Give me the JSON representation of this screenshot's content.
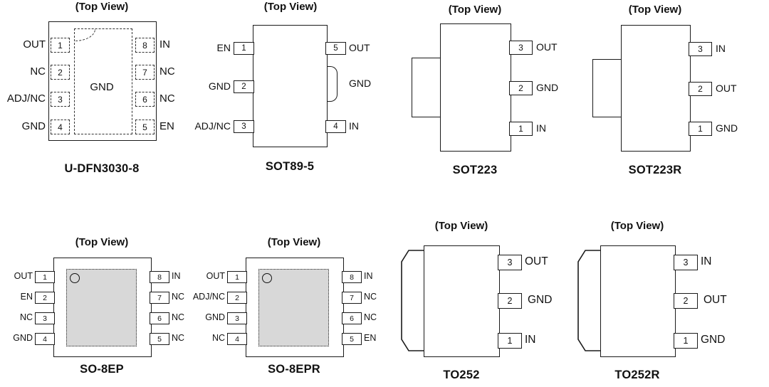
{
  "packages": {
    "udfn": {
      "top_view": "(Top View)",
      "name": "U-DFN3030-8",
      "center_pad": "GND",
      "left_pins": [
        {
          "num": "1",
          "label": "OUT"
        },
        {
          "num": "2",
          "label": "NC"
        },
        {
          "num": "3",
          "label": "ADJ/NC"
        },
        {
          "num": "4",
          "label": "GND"
        }
      ],
      "right_pins": [
        {
          "num": "8",
          "label": "IN"
        },
        {
          "num": "7",
          "label": "NC"
        },
        {
          "num": "6",
          "label": "NC"
        },
        {
          "num": "5",
          "label": "EN"
        }
      ]
    },
    "sot89": {
      "top_view": "(Top View)",
      "name": "SOT89-5",
      "tab_label": "GND",
      "left_pins": [
        {
          "num": "1",
          "label": "EN"
        },
        {
          "num": "2",
          "label": "GND"
        },
        {
          "num": "3",
          "label": "ADJ/NC"
        }
      ],
      "right_pins": [
        {
          "num": "5",
          "label": "OUT"
        },
        {
          "num": "4",
          "label": "IN"
        }
      ]
    },
    "sot223": {
      "top_view": "(Top View)",
      "name": "SOT223",
      "right_pins": [
        {
          "num": "3",
          "label": "OUT"
        },
        {
          "num": "2",
          "label": "GND"
        },
        {
          "num": "1",
          "label": "IN"
        }
      ]
    },
    "sot223r": {
      "top_view": "(Top View)",
      "name": "SOT223R",
      "right_pins": [
        {
          "num": "3",
          "label": "IN"
        },
        {
          "num": "2",
          "label": "OUT"
        },
        {
          "num": "1",
          "label": "GND"
        }
      ]
    },
    "so8ep": {
      "top_view": "(Top View)",
      "name": "SO-8EP",
      "left_pins": [
        {
          "num": "1",
          "label": "OUT"
        },
        {
          "num": "2",
          "label": "EN"
        },
        {
          "num": "3",
          "label": "NC"
        },
        {
          "num": "4",
          "label": "GND"
        }
      ],
      "right_pins": [
        {
          "num": "8",
          "label": "IN"
        },
        {
          "num": "7",
          "label": "NC"
        },
        {
          "num": "6",
          "label": "NC"
        },
        {
          "num": "5",
          "label": "NC"
        }
      ]
    },
    "so8epr": {
      "top_view": "(Top View)",
      "name": "SO-8EPR",
      "left_pins": [
        {
          "num": "1",
          "label": "OUT"
        },
        {
          "num": "2",
          "label": "ADJ/NC"
        },
        {
          "num": "3",
          "label": "GND"
        },
        {
          "num": "4",
          "label": "NC"
        }
      ],
      "right_pins": [
        {
          "num": "8",
          "label": "IN"
        },
        {
          "num": "7",
          "label": "NC"
        },
        {
          "num": "6",
          "label": "NC"
        },
        {
          "num": "5",
          "label": "EN"
        }
      ]
    },
    "to252": {
      "top_view": "(Top View)",
      "name": "TO252",
      "right_pins": [
        {
          "num": "3",
          "label": "OUT"
        },
        {
          "num": "2",
          "label": "GND"
        },
        {
          "num": "1",
          "label": "IN"
        }
      ]
    },
    "to252r": {
      "top_view": "(Top View)",
      "name": "TO252R",
      "right_pins": [
        {
          "num": "3",
          "label": "IN"
        },
        {
          "num": "2",
          "label": "OUT"
        },
        {
          "num": "1",
          "label": "GND"
        }
      ]
    }
  }
}
